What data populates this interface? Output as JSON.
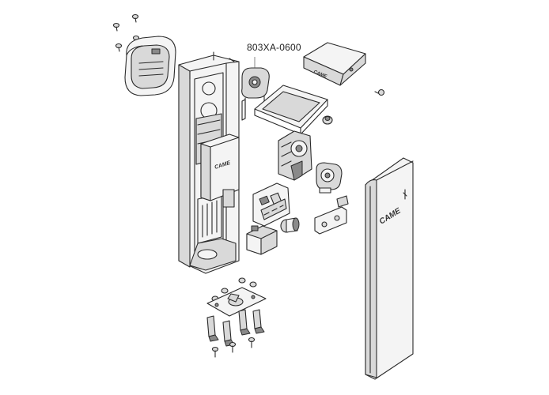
{
  "callout": {
    "part_number": "803XA-0600"
  },
  "brand_marks": {
    "cover_logo": "CAME",
    "housing_logo": "CAME",
    "box_logo": "CAME"
  },
  "colors": {
    "line": "#2a2a2a",
    "light_fill": "#f4f4f4",
    "mid_fill": "#d9d9d9",
    "dark_fill": "#8a8a8a"
  }
}
